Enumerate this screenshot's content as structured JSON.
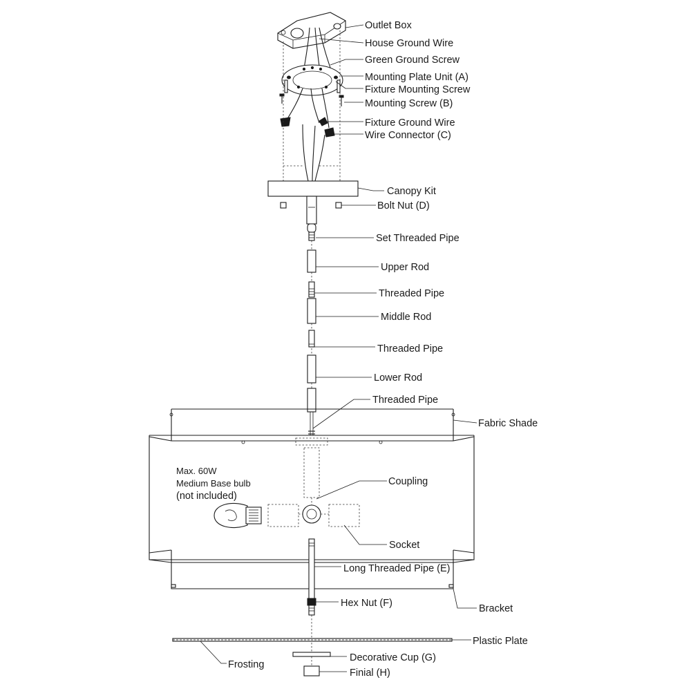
{
  "labels": {
    "outlet_box": "Outlet Box",
    "house_ground_wire": "House Ground Wire",
    "green_ground_screw": "Green Ground Screw",
    "mounting_plate_unit": "Mounting Plate Unit (A)",
    "fixture_mounting_screw": "Fixture Mounting Screw",
    "mounting_screw": "Mounting Screw (B)",
    "fixture_ground_wire": "Fixture Ground Wire",
    "wire_connector": "Wire Connector (C)",
    "canopy_kit": "Canopy Kit",
    "bolt_nut": "Bolt Nut (D)",
    "set_threaded_pipe": "Set Threaded Pipe",
    "upper_rod": "Upper Rod",
    "threaded_pipe_1": "Threaded Pipe",
    "middle_rod": "Middle Rod",
    "threaded_pipe_2": "Threaded Pipe",
    "lower_rod": "Lower Rod",
    "threaded_pipe_3": "Threaded Pipe",
    "fabric_shade": "Fabric Shade",
    "coupling": "Coupling",
    "socket": "Socket",
    "long_threaded_pipe": "Long Threaded Pipe (E)",
    "hex_nut": "Hex Nut (F)",
    "bracket": "Bracket",
    "plastic_plate": "Plastic Plate",
    "frosting": "Frosting",
    "decorative_cup": "Decorative Cup (G)",
    "finial": "Finial (H)"
  },
  "bulb_note": {
    "line1": "Max. 60W",
    "line2": "Medium Base bulb",
    "line3": "(not included)"
  }
}
